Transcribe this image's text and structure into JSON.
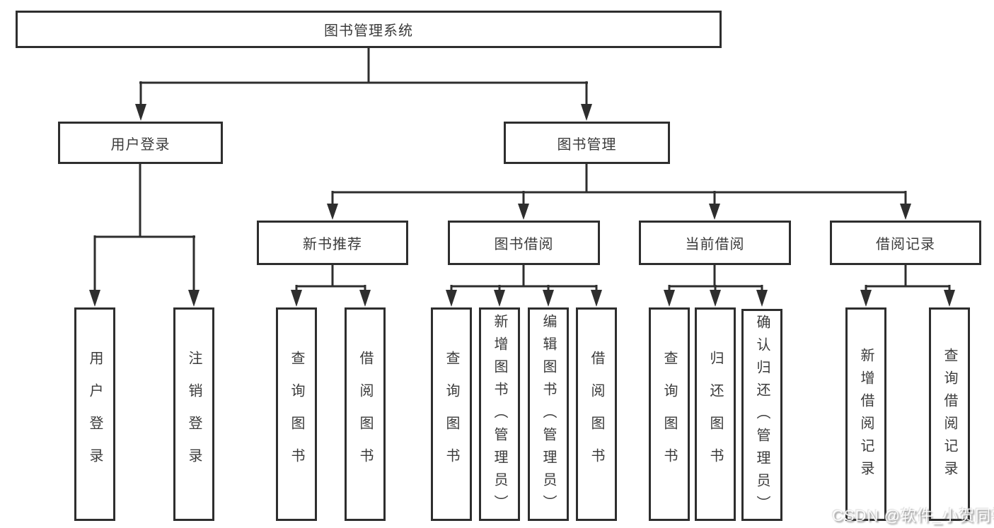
{
  "diagram": {
    "title": "图书管理系统",
    "children": [
      {
        "label": "用户登录",
        "children": [
          {
            "label": "用户登录"
          },
          {
            "label": "注销登录"
          }
        ]
      },
      {
        "label": "图书管理",
        "children": [
          {
            "label": "新书推荐",
            "children": [
              {
                "label": "查询图书"
              },
              {
                "label": "借阅图书"
              }
            ]
          },
          {
            "label": "图书借阅",
            "children": [
              {
                "label": "查询图书"
              },
              {
                "label": "新增图书（管理员）"
              },
              {
                "label": "编辑图书（管理员）"
              },
              {
                "label": "借阅图书"
              }
            ]
          },
          {
            "label": "当前借阅",
            "children": [
              {
                "label": "查询图书"
              },
              {
                "label": "归还图书"
              },
              {
                "label": "确认归还（管理员）"
              }
            ]
          },
          {
            "label": "借阅记录",
            "children": [
              {
                "label": "新增借阅记录"
              },
              {
                "label": "查询借阅记录"
              }
            ]
          }
        ]
      }
    ]
  },
  "watermark": {
    "text": "CSDN @软件_小贺同学"
  },
  "colors": {
    "line": "#2e2e2e",
    "box_border": "#2e2e2e",
    "text": "#3b3b3b",
    "background": "#ffffff",
    "watermark_text": "#ffffff"
  }
}
